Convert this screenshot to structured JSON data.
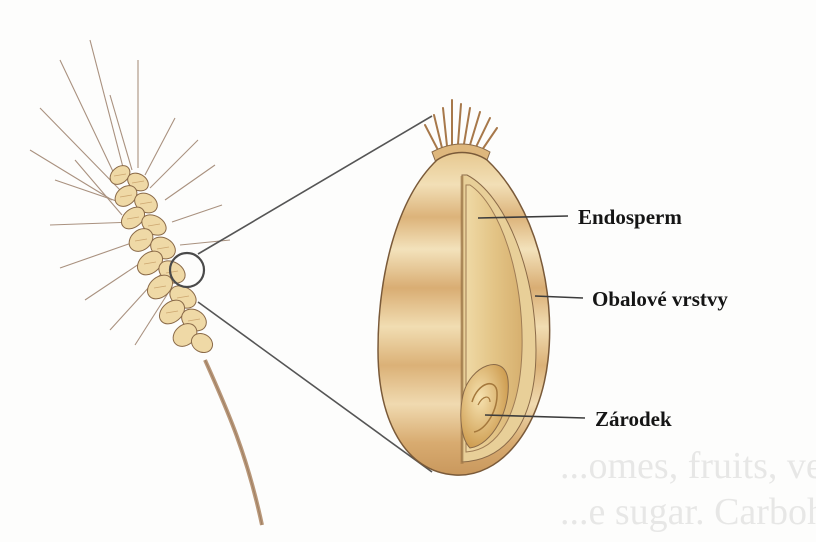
{
  "labels": {
    "endosperm": "Endosperm",
    "coat_layers": "Obalové vrstvy",
    "germ": "Zárodek"
  },
  "background_text": {
    "line1": "...omes, fruits, vegetables, and milk,",
    "line2": "...e sugar. Carbohydrates Examples of"
  },
  "colors": {
    "grain_light": "#f1dcae",
    "grain_mid": "#deb77c",
    "grain_dark": "#b88a55",
    "endosperm": "#e9cf93",
    "germ": "#d9a759",
    "outline": "#7a5a39",
    "stem": "#b9987a",
    "leader_line": "#3c3c3c",
    "label_text": "#151515"
  },
  "icons": [
    "wheat-ear-illustration",
    "grain-cross-section-illustration",
    "magnifier-circle-icon"
  ]
}
